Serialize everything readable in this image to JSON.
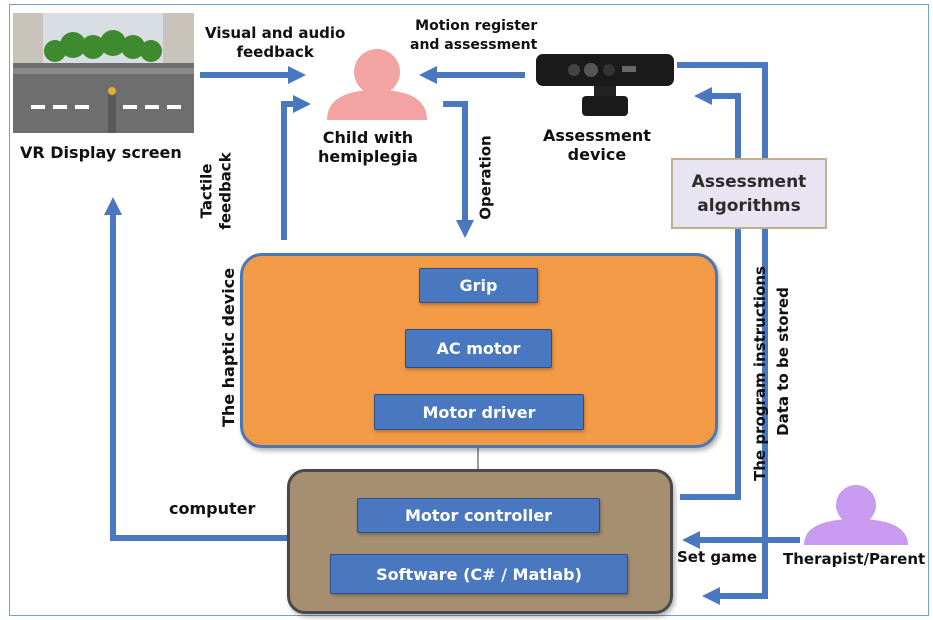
{
  "labels": {
    "vr_display": "VR Display screen",
    "visual_audio": "Visual and audio\nfeedback",
    "motion_register": "Motion register\nand assessment",
    "child": "Child with\nhemiplegia",
    "assessment_device": "Assessment\ndevice",
    "tactile": "Tactile\nfeedback",
    "operation": "Operation",
    "assessment_algorithms": "Assessment\nalgorithms",
    "haptic_device": "The haptic device",
    "program_instructions": "The program instructions",
    "data_stored": "Data to be stored",
    "computer": "computer",
    "set_game": "Set game",
    "therapist": "Therapist/Parent"
  },
  "boxes": {
    "grip": "Grip",
    "ac_motor": "AC motor",
    "motor_driver": "Motor driver",
    "motor_controller": "Motor controller",
    "software": "Software (C# / Matlab)"
  },
  "colors": {
    "arrow": "#4a78c0",
    "haptic_fill": "#f39a46",
    "computer_fill": "#a68f70",
    "child_person": "#f4a3a3",
    "therapist_person": "#c89af0"
  },
  "icons": {
    "child": "person-icon",
    "therapist": "person-icon",
    "assessment_device": "kinect-sensor-icon",
    "vr_display": "vr-road-scene-image"
  }
}
